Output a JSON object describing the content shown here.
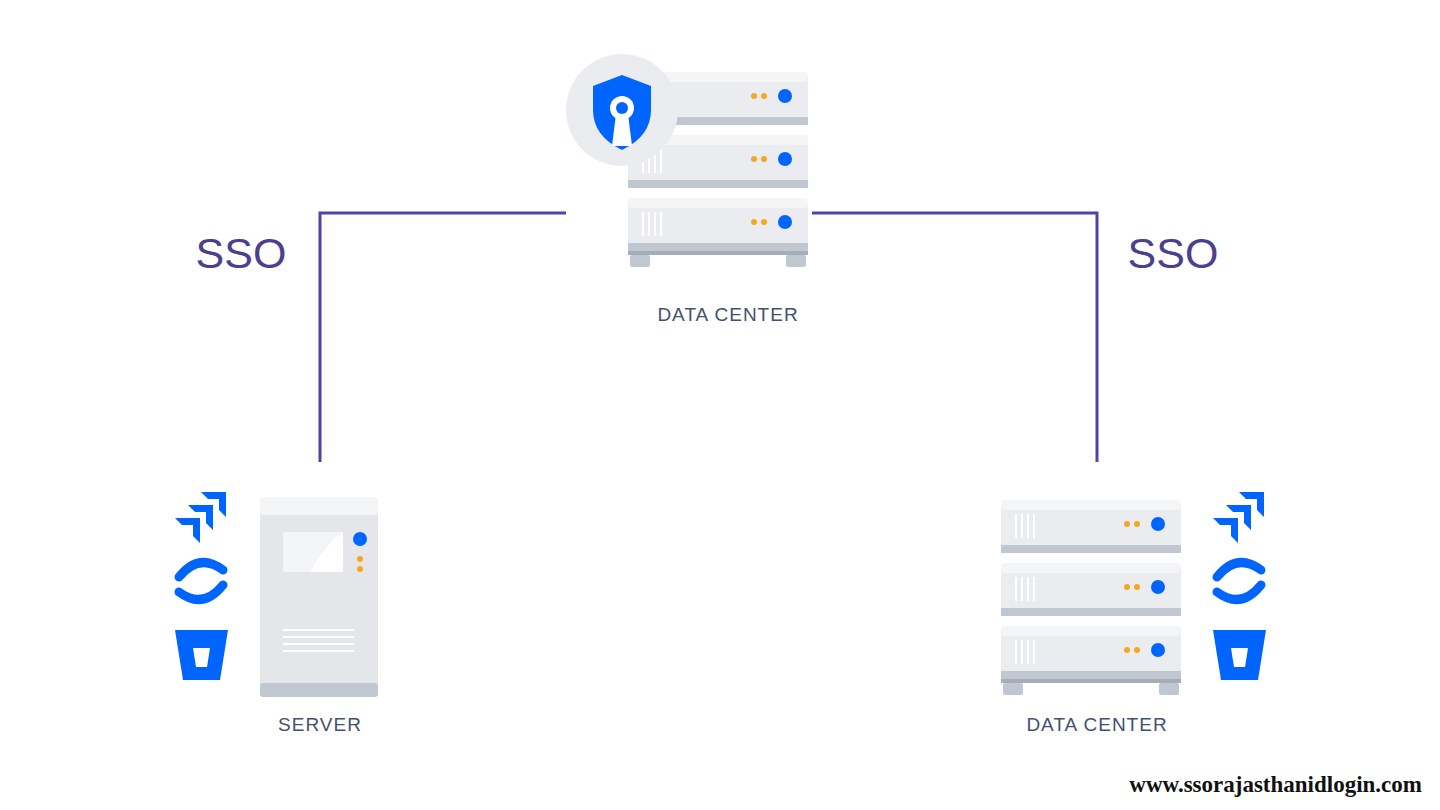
{
  "diagram": {
    "nodes": [
      {
        "text": [
          "DATA CENTER"
        ]
      },
      {
        "text": [
          "SERVER"
        ]
      },
      {
        "text": [
          "DATA CENTER"
        ]
      }
    ],
    "edges": [
      {
        "from": 0,
        "to": 1,
        "arrow": "none",
        "label": "SSO"
      },
      {
        "from": 0,
        "to": 2,
        "arrow": "none",
        "label": "SSO"
      }
    ],
    "labels": [
      "www.ssorajasthanidlogin.com"
    ]
  }
}
